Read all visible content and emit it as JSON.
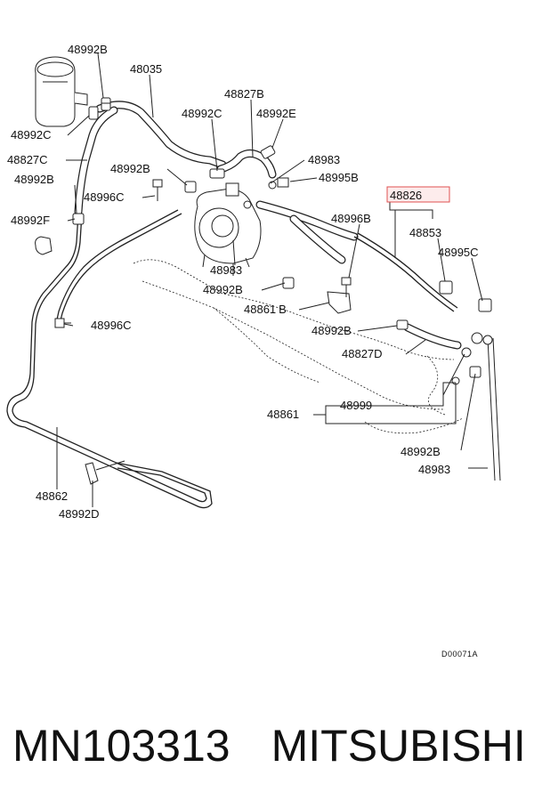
{
  "diagram": {
    "labels": {
      "p48992B_top": "48992B",
      "p48035": "48035",
      "p48992C_left": "48992C",
      "p48827B": "48827B",
      "p48992C_mid": "48992C",
      "p48992E": "48992E",
      "p48827C": "48827C",
      "p48992B_mid": "48992B",
      "p48983_top": "48983",
      "p48992B_left": "48992B",
      "p48996C_top": "48996C",
      "p48995B": "48995B",
      "p48826": "48826",
      "p48992F": "48992F",
      "p48996B": "48996B",
      "p48853": "48853",
      "p48995C": "48995C",
      "p48983_mid": "48983",
      "p48992B_low": "48992B",
      "p48861B": "48861",
      "p48861B_suffix": "B",
      "p48996C_low": "48996C",
      "p48992B_right": "48992B",
      "p48827D": "48827D",
      "p48861": "48861",
      "p48999": "48999",
      "p48992B_bottom": "48992B",
      "p48983_bottom": "48983",
      "p48862": "48862",
      "p48992D": "48992D"
    },
    "drawing_code": "D00071A",
    "highlight_color": "#e05050"
  },
  "footer": {
    "part_number": "MN103313",
    "brand": "MITSUBISHI"
  }
}
